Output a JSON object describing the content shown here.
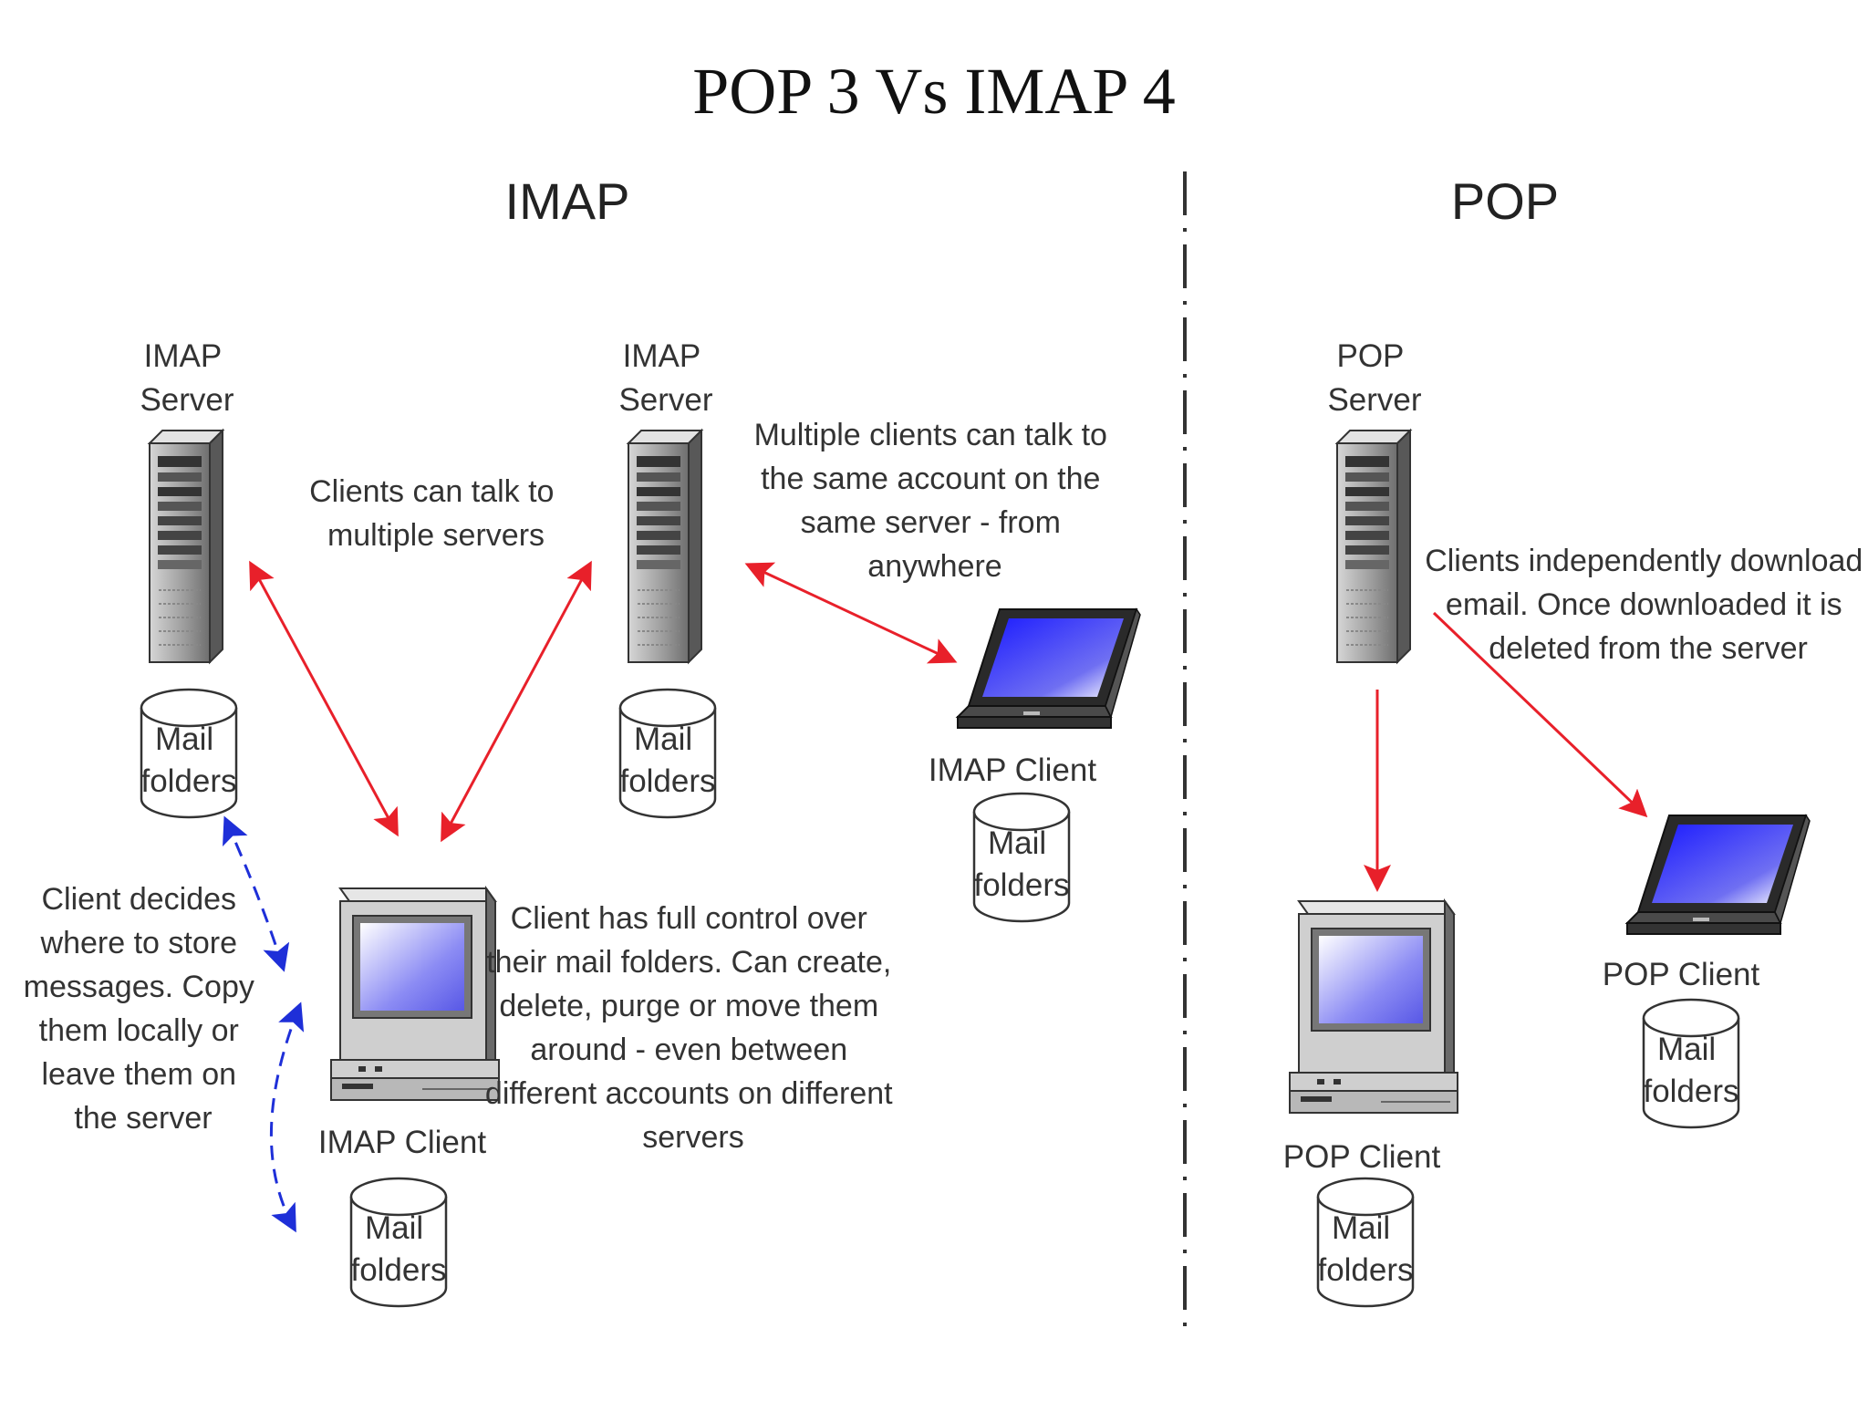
{
  "title": "POP 3 Vs IMAP 4",
  "sections": {
    "imap": "IMAP",
    "pop": "POP"
  },
  "server_label": {
    "line1": "IMAP",
    "line2": "Server"
  },
  "pop_server_label": {
    "line1": "POP",
    "line2": "Server"
  },
  "mail_folders": {
    "line1": "Mail",
    "line2": "folders"
  },
  "clients": {
    "imap": "IMAP Client",
    "pop": "POP Client"
  },
  "notes": {
    "multi_servers": [
      "Clients can talk to",
      "multiple servers"
    ],
    "multi_clients": [
      "Multiple clients can talk to",
      "the same account on the",
      "same server - from",
      "anywhere"
    ],
    "pop_download": [
      "Clients independently download",
      "email. Once downloaded it is",
      "deleted from the server"
    ],
    "client_decides": [
      "Client decides",
      "where to store",
      "messages. Copy",
      "them locally or",
      "leave them on",
      "the server"
    ],
    "full_control": [
      "Client has full control over",
      "their mail folders. Can create,",
      "delete, purge or move them",
      "around - even between",
      "different accounts on different",
      "servers"
    ]
  },
  "colors": {
    "arrow_red": "#e8202a",
    "arrow_blue": "#1e2fd8",
    "screen": "#7070f0"
  },
  "icons": [
    "server-tower-icon",
    "desktop-computer-icon",
    "laptop-icon",
    "database-cylinder-icon"
  ]
}
